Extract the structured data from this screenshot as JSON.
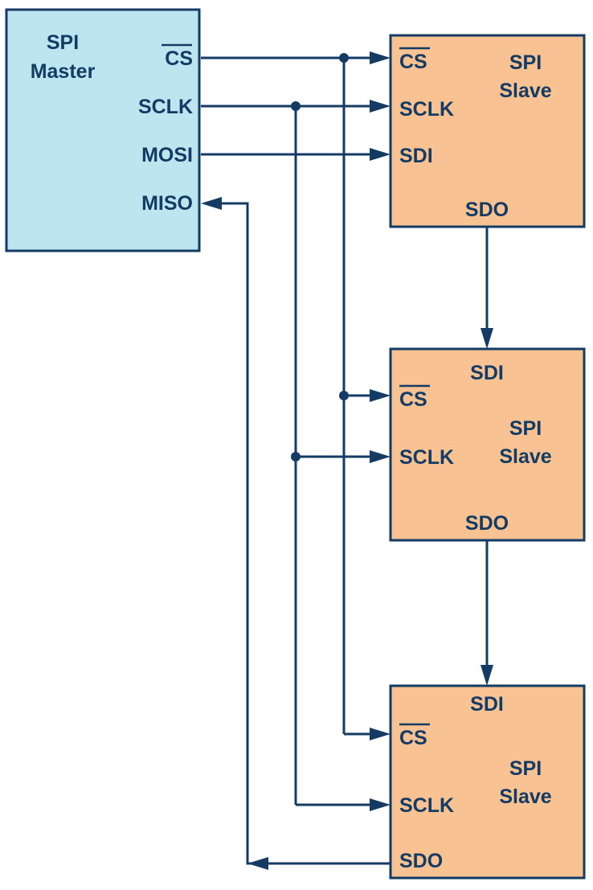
{
  "master": {
    "title_line1": "SPI",
    "title_line2": "Master",
    "pins": {
      "cs": "CS",
      "sclk": "SCLK",
      "mosi": "MOSI",
      "miso": "MISO"
    }
  },
  "slaves": [
    {
      "title_line1": "SPI",
      "title_line2": "Slave",
      "cs": "CS",
      "sclk": "SCLK",
      "sdi": "SDI",
      "sdo": "SDO"
    },
    {
      "title_line1": "SPI",
      "title_line2": "Slave",
      "cs": "CS",
      "sclk": "SCLK",
      "sdi": "SDI",
      "sdo": "SDO"
    },
    {
      "title_line1": "SPI",
      "title_line2": "Slave",
      "cs": "CS",
      "sclk": "SCLK",
      "sdi": "SDI",
      "sdo": "SDO"
    }
  ],
  "colors": {
    "ink": "#133b64",
    "master_fill": "#bde5f0",
    "slave_fill": "#f8c293",
    "background": "#ffffff"
  }
}
